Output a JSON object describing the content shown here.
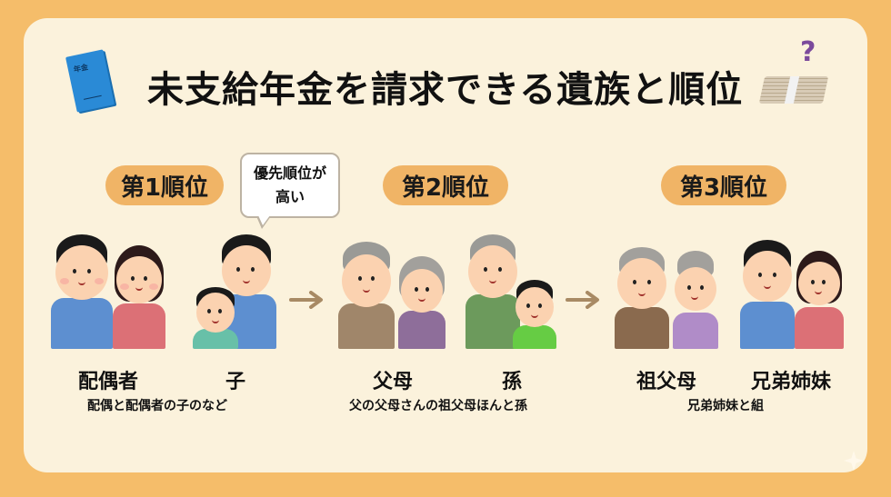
{
  "title": "未支給年金を請求できる遺族と順位",
  "icons": {
    "book": {
      "name": "pension-book-icon",
      "text": "年金"
    },
    "money": {
      "name": "money-stack-question-icon",
      "mark": "?"
    }
  },
  "ranks": [
    {
      "label": "第1順位"
    },
    {
      "label": "第2順位"
    },
    {
      "label": "第3順位"
    }
  ],
  "bubble": {
    "line1": "優先順位が",
    "line2": "高い"
  },
  "groups": [
    {
      "label": "配偶者"
    },
    {
      "label": "子"
    },
    {
      "label": "父母"
    },
    {
      "label": "孫"
    },
    {
      "label": "祖父母"
    },
    {
      "label": "兄弟姉妹"
    }
  ],
  "subtitles": [
    "配偶と配偶者の子のなど",
    "父の父母さんの祖父母ほんと孫",
    "兄弟姉妹と組"
  ],
  "colors": {
    "background": "#f5bd6a",
    "card": "#fbf2dc",
    "rank_pill": "#f0b466",
    "arrow": "#a88a64",
    "bubble_border": "#bdb3a3"
  }
}
